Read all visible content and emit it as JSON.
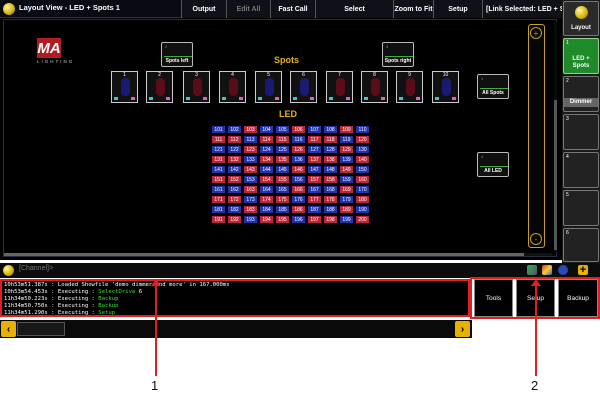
{
  "topbar": {
    "title": "Layout View - LED + Spots 1",
    "buttons": [
      {
        "label": "Output",
        "disabled": false
      },
      {
        "label": "Edit All",
        "disabled": true
      },
      {
        "label": "Fast Call",
        "disabled": false
      },
      {
        "label": "Select",
        "disabled": false
      },
      {
        "label": "Zoom to Fit",
        "disabled": false
      },
      {
        "label": "Setup",
        "disabled": false
      }
    ],
    "link_status": "[Link Selected: LED + S"
  },
  "view": {
    "logo": {
      "main": "MA",
      "sub": "LIGHTING"
    },
    "spots_heading": "Spots",
    "led_heading": "LED",
    "zoom_in": "+",
    "zoom_out": "-",
    "groups": {
      "spots_left": {
        "num": "2",
        "label": "Spots left"
      },
      "spots_right": {
        "num": "3",
        "label": "Spots right"
      },
      "all_spots": {
        "num": "1",
        "label": "All Spots"
      },
      "all_led": {
        "num": "4",
        "label": "All LED"
      }
    },
    "spot_fixtures": [
      "1",
      "2",
      "3",
      "4",
      "5",
      "6",
      "7",
      "8",
      "9",
      "10"
    ],
    "led_rows": [
      [
        "101",
        "102",
        "103",
        "104",
        "105",
        "106",
        "107",
        "108",
        "109",
        "110"
      ],
      [
        "111",
        "112",
        "113",
        "114",
        "115",
        "116",
        "117",
        "118",
        "119",
        "120"
      ],
      [
        "121",
        "122",
        "123",
        "124",
        "125",
        "126",
        "127",
        "128",
        "129",
        "130"
      ],
      [
        "131",
        "132",
        "133",
        "134",
        "135",
        "136",
        "137",
        "138",
        "139",
        "140"
      ],
      [
        "141",
        "142",
        "143",
        "144",
        "145",
        "146",
        "147",
        "148",
        "149",
        "150"
      ],
      [
        "151",
        "152",
        "153",
        "154",
        "155",
        "156",
        "157",
        "158",
        "159",
        "160"
      ],
      [
        "161",
        "162",
        "163",
        "164",
        "165",
        "166",
        "167",
        "168",
        "169",
        "170"
      ],
      [
        "171",
        "172",
        "173",
        "174",
        "175",
        "176",
        "177",
        "178",
        "179",
        "180"
      ],
      [
        "181",
        "182",
        "183",
        "184",
        "185",
        "186",
        "187",
        "188",
        "189",
        "190"
      ],
      [
        "191",
        "192",
        "193",
        "194",
        "195",
        "196",
        "197",
        "198",
        "199",
        "200"
      ]
    ]
  },
  "sidebar": {
    "top_label": "Layout",
    "views": [
      {
        "num": "1",
        "label": "LED + Spots",
        "active": true
      },
      {
        "num": "2",
        "label": "Dimmer",
        "active": false
      },
      {
        "num": "3",
        "label": "",
        "active": false
      },
      {
        "num": "4",
        "label": "",
        "active": false
      },
      {
        "num": "5",
        "label": "",
        "active": false
      },
      {
        "num": "6",
        "label": "",
        "active": false
      }
    ]
  },
  "cmdline": {
    "prompt": "[Channel]>"
  },
  "log": [
    {
      "prefix": "10h53m51.387s : Loaded Showfile 'demo dimmer and more' in 167.000ms",
      "cmd": "",
      "extra": ""
    },
    {
      "prefix": "10h53m54.453s : Executing : ",
      "cmd": "SelectDrive",
      "extra": " 6"
    },
    {
      "prefix": "11h34m50.223s : Executing : ",
      "cmd": "Backup",
      "extra": ""
    },
    {
      "prefix": "11h34m50.750s : Executing : ",
      "cmd": "Backup",
      "extra": ""
    },
    {
      "prefix": "11h34m51.290s : Executing : ",
      "cmd": "Setup",
      "extra": ""
    }
  ],
  "right_buttons": [
    "Tools",
    "Setup",
    "Backup"
  ],
  "scroll": {
    "left": "‹",
    "right": "›"
  },
  "callouts": [
    "1",
    "2"
  ],
  "colors": {
    "accent": "#e8b000",
    "callout": "#e02020",
    "led_blue": "#2432a8",
    "led_red": "#b8283c"
  }
}
